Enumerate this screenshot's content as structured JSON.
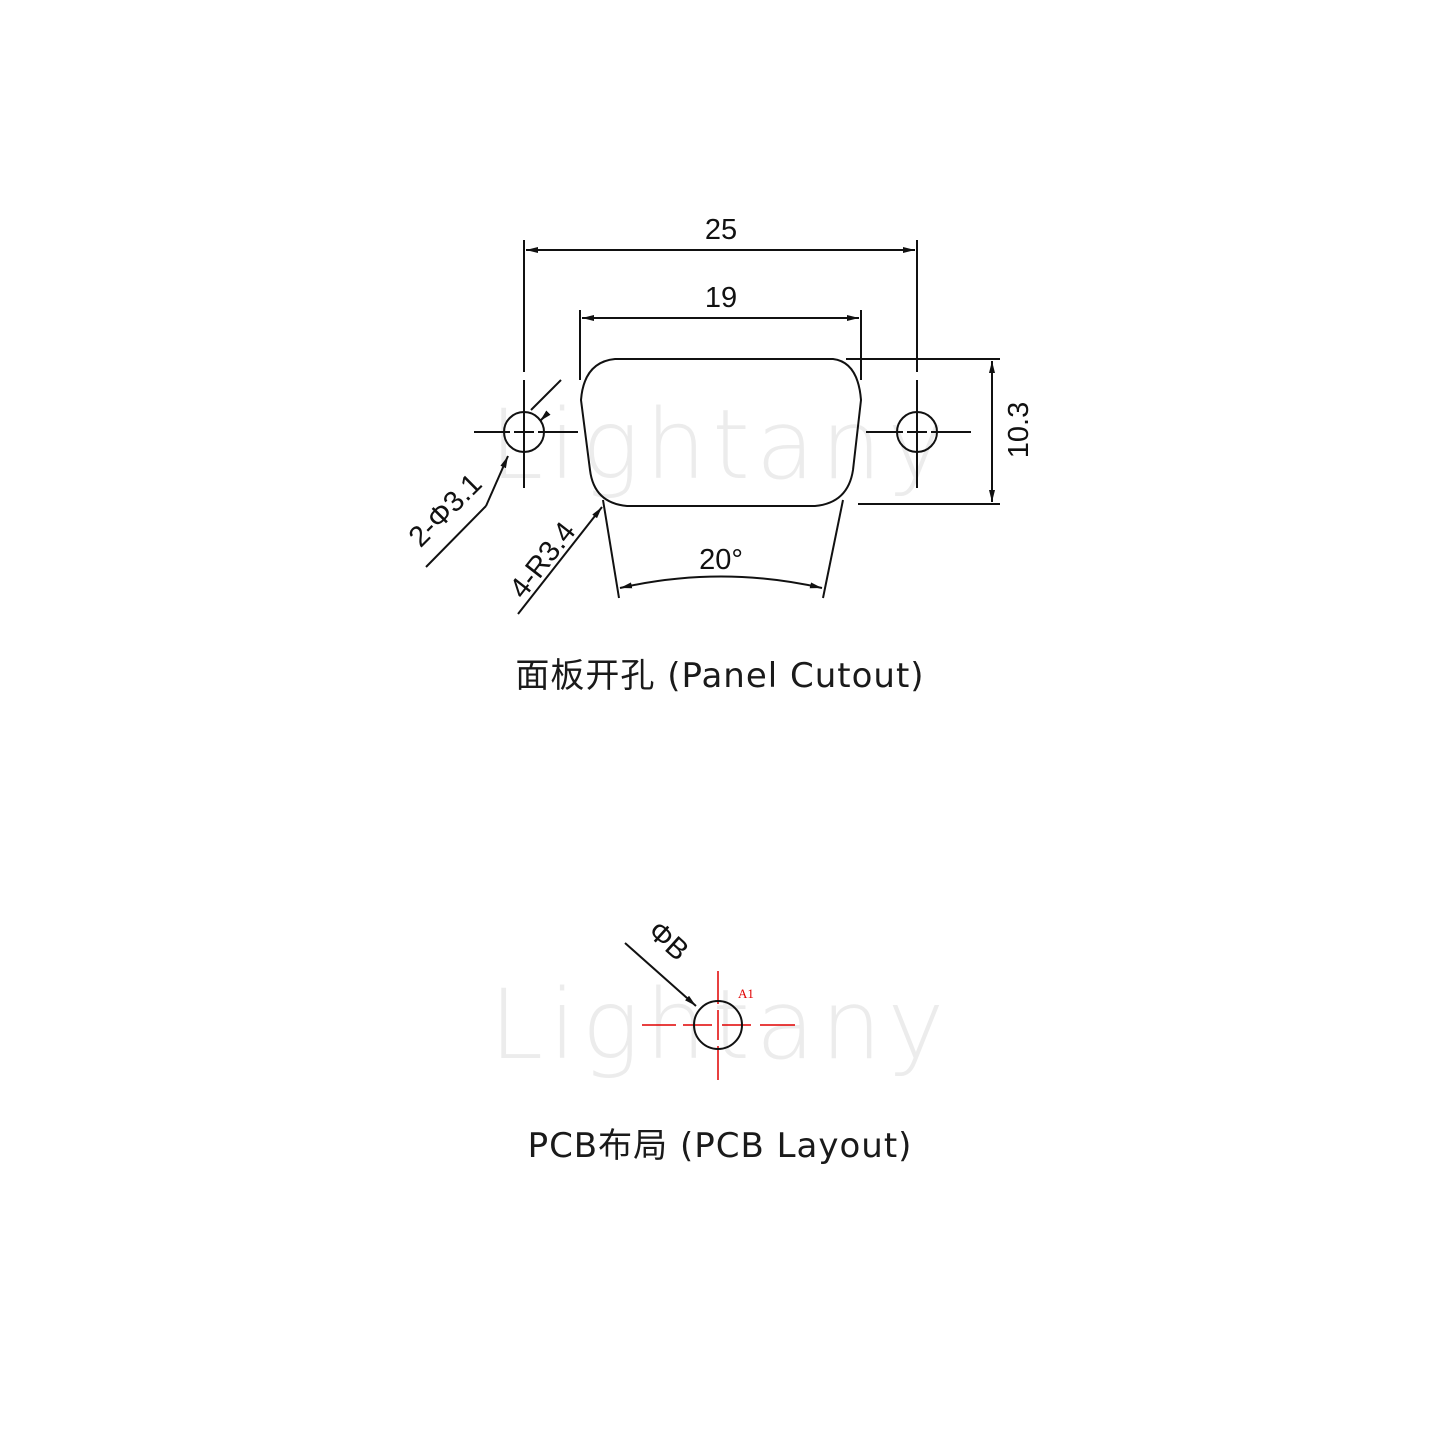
{
  "watermark": "Lightany",
  "panel_cutout": {
    "caption": "面板开孔 (Panel Cutout)",
    "dimensions": {
      "overall_width": "25",
      "cutout_width": "19",
      "height": "10.3",
      "mounting_holes": "2-Φ3.1",
      "corner_radius": "4-R3.4",
      "taper_angle": "20°"
    }
  },
  "pcb_layout": {
    "caption": "PCB布局 (PCB Layout)",
    "hole_diameter_label": "ΦB",
    "pin_label": "A1",
    "centerline_color": "#e00000"
  }
}
